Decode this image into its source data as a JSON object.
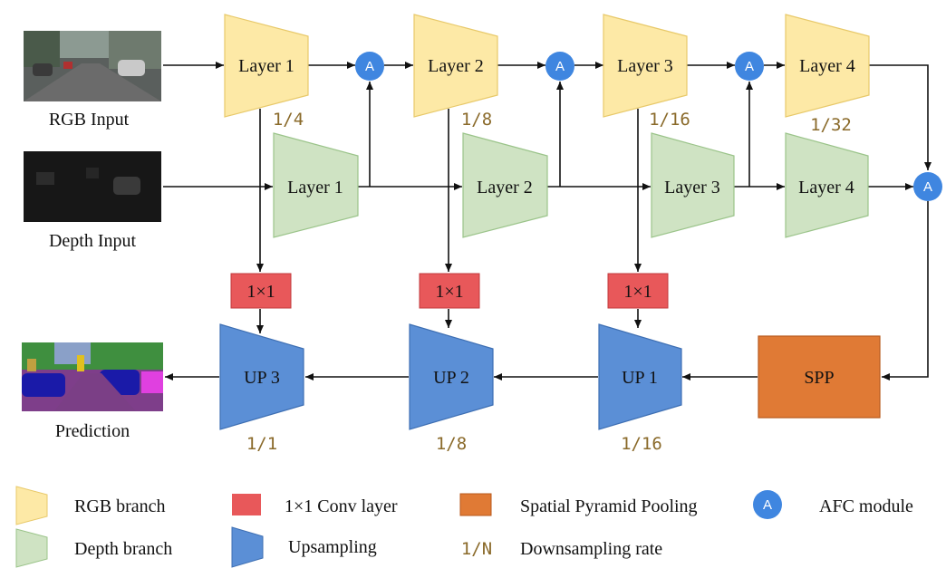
{
  "inputs": {
    "rgb_label": "RGB Input",
    "depth_label": "Depth Input",
    "prediction_label": "Prediction"
  },
  "rgb_branch": {
    "layers": [
      "Layer 1",
      "Layer 2",
      "Layer 3",
      "Layer 4"
    ],
    "rates": [
      "1/4",
      "1/8",
      "1/16",
      "1/32"
    ]
  },
  "depth_branch": {
    "layers": [
      "Layer 1",
      "Layer 2",
      "Layer 3",
      "Layer 4"
    ]
  },
  "afc": {
    "label": "A"
  },
  "conv": {
    "label": "1×1"
  },
  "spp": {
    "label": "SPP"
  },
  "decoder": {
    "up_labels": [
      "UP 3",
      "UP 2",
      "UP 1"
    ],
    "rates": [
      "1/1",
      "1/8",
      "1/16"
    ]
  },
  "legend": {
    "rgb": "RGB branch",
    "depth": "Depth branch",
    "conv": "1×1 Conv layer",
    "up": "Upsampling",
    "spp": "Spatial Pyramid Pooling",
    "rate_symbol": "1/N",
    "rate": "Downsampling rate",
    "afc_symbol": "A",
    "afc": "AFC module"
  },
  "colors": {
    "rgb_fill": "#fde9a6",
    "rgb_stroke": "#e8c96a",
    "depth_fill": "#cfe3c3",
    "depth_stroke": "#9bc48a",
    "conv_fill": "#e8585a",
    "up_fill": "#5b8fd6",
    "up_stroke": "#3e6fb3",
    "spp_fill": "#e07a35",
    "spp_stroke": "#b8591c",
    "afc_fill": "#3f86e0",
    "rate_text": "#8a6a2a"
  }
}
